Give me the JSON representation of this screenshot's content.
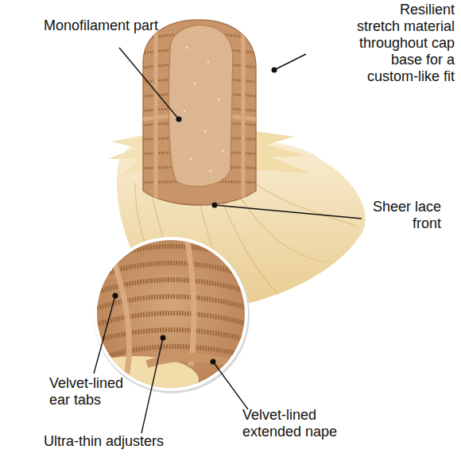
{
  "diagram": {
    "labels": [
      "Monofilament part",
      "Resilient stretch material throughout cap base for a custom-like fit",
      "Sheer lace front",
      "Velvet-lined ear tabs",
      "Velvet-lined extended nape",
      "Ultra-thin adjusters"
    ]
  }
}
